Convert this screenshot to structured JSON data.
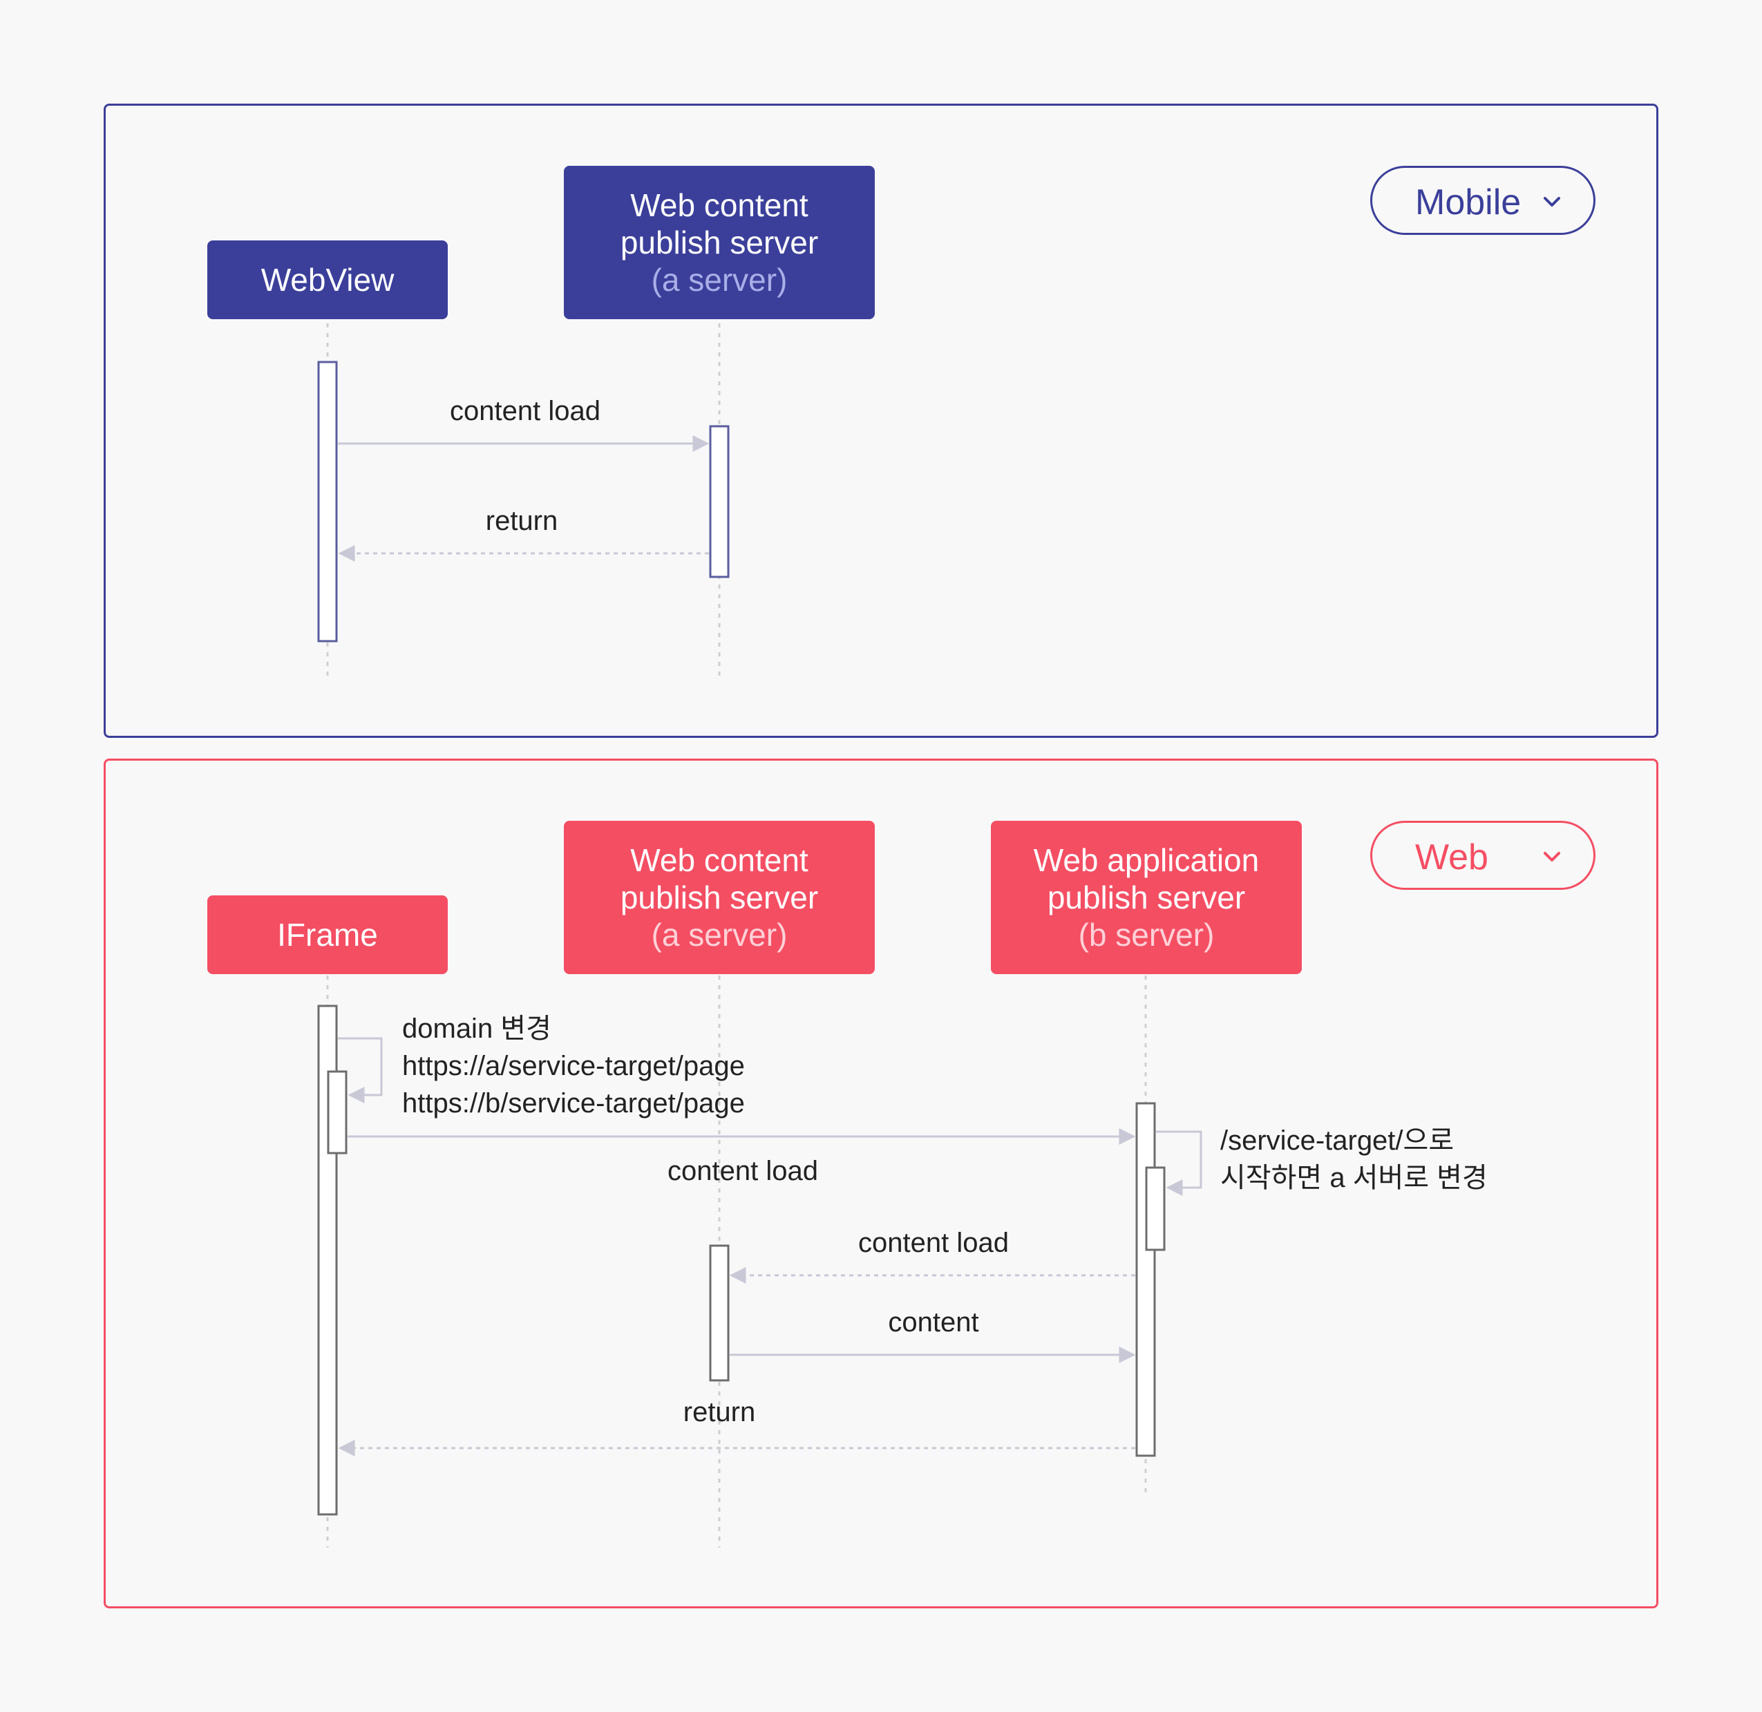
{
  "mobile": {
    "dropdown": {
      "label": "Mobile"
    },
    "actors": {
      "webview": {
        "label": "WebView"
      },
      "content_server": {
        "line1": "Web content",
        "line2": "publish server",
        "line3": "(a server)"
      }
    },
    "messages": {
      "content_load": "content load",
      "return": "return"
    }
  },
  "web": {
    "dropdown": {
      "label": "Web"
    },
    "actors": {
      "iframe": {
        "label": "IFrame"
      },
      "content_server": {
        "line1": "Web content",
        "line2": "publish server",
        "line3": "(a server)"
      },
      "app_server": {
        "line1": "Web application",
        "line2": "publish server",
        "line3": "(b server)"
      }
    },
    "messages": {
      "domain_change_line1": "domain 변경",
      "domain_change_line2": "https://a/service-target/page",
      "domain_change_line3": "https://b/service-target/page",
      "content_load_to_b": "content load",
      "redirect_note_line1": "/service-target/으로",
      "redirect_note_line2": "시작하면 a 서버로 변경",
      "content_load_to_a": "content load",
      "content": "content",
      "return": "return"
    }
  },
  "colors": {
    "mobile_accent": "#3b3f9a",
    "web_accent": "#f44e63",
    "background": "#f8f8f8"
  }
}
